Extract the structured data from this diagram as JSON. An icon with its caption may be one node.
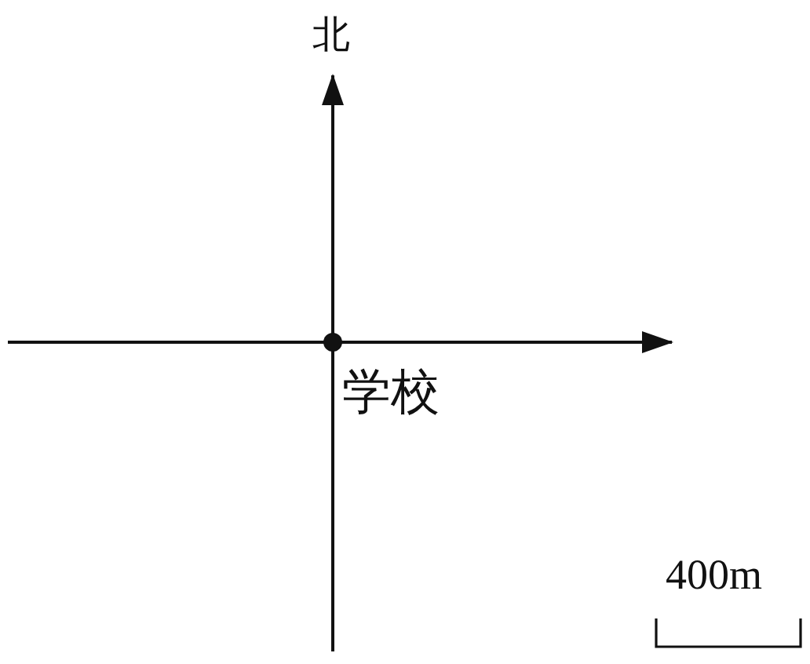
{
  "diagram": {
    "nodes": [
      {
        "text": [],
        "shape": "circle",
        "beside": [
          "学校"
        ]
      }
    ],
    "labels": [
      "北",
      "400m"
    ]
  }
}
